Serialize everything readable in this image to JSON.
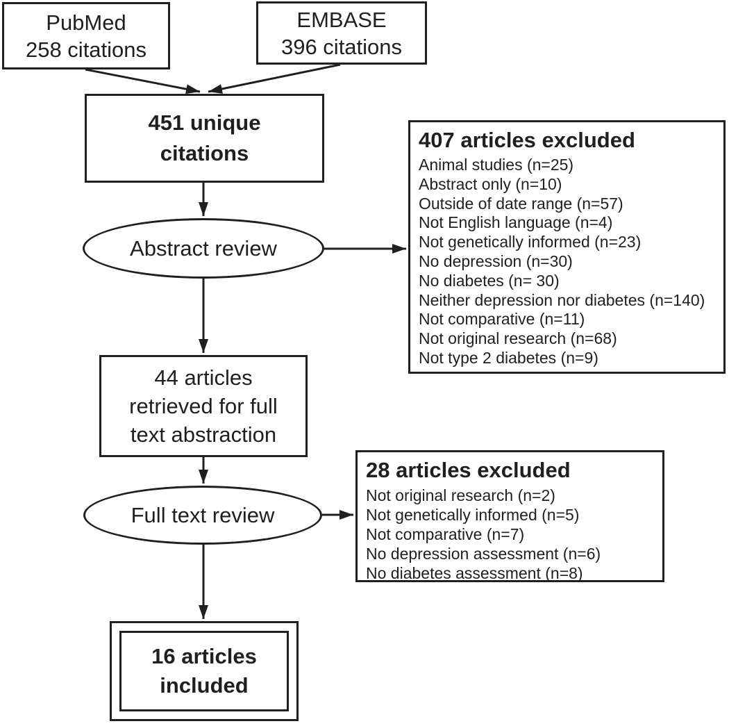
{
  "nodes": {
    "pubmed": {
      "lines": [
        "PubMed",
        "258 citations"
      ]
    },
    "embase": {
      "lines": [
        "EMBASE",
        "396 citations"
      ]
    },
    "unique": {
      "lines": [
        "451 unique",
        "citations"
      ]
    },
    "abstract_review": {
      "label": "Abstract review"
    },
    "retrieved": {
      "lines": [
        "44 articles",
        "retrieved for full",
        "text abstraction"
      ]
    },
    "full_text_review": {
      "label": "Full text review"
    },
    "included": {
      "lines": [
        "16 articles",
        "included"
      ]
    }
  },
  "exclusions": {
    "abstract": {
      "title": "407 articles excluded",
      "reasons": [
        "Animal studies (n=25)",
        "Abstract only (n=10)",
        "Outside of date range (n=57)",
        "Not English language (n=4)",
        "Not genetically informed (n=23)",
        "No depression (n=30)",
        "No diabetes (n= 30)",
        "Neither depression nor diabetes (n=140)",
        "Not comparative (n=11)",
        "Not original research (n=68)",
        "Not type 2 diabetes (n=9)"
      ]
    },
    "full_text": {
      "title": "28 articles excluded",
      "reasons": [
        "Not original research (n=2)",
        "Not genetically informed (n=5)",
        "Not comparative (n=7)",
        "No depression assessment (n=6)",
        "No diabetes assessment (n=8)"
      ]
    }
  },
  "colors": {
    "ink": "#1f1f1f",
    "background": "#ffffff"
  }
}
